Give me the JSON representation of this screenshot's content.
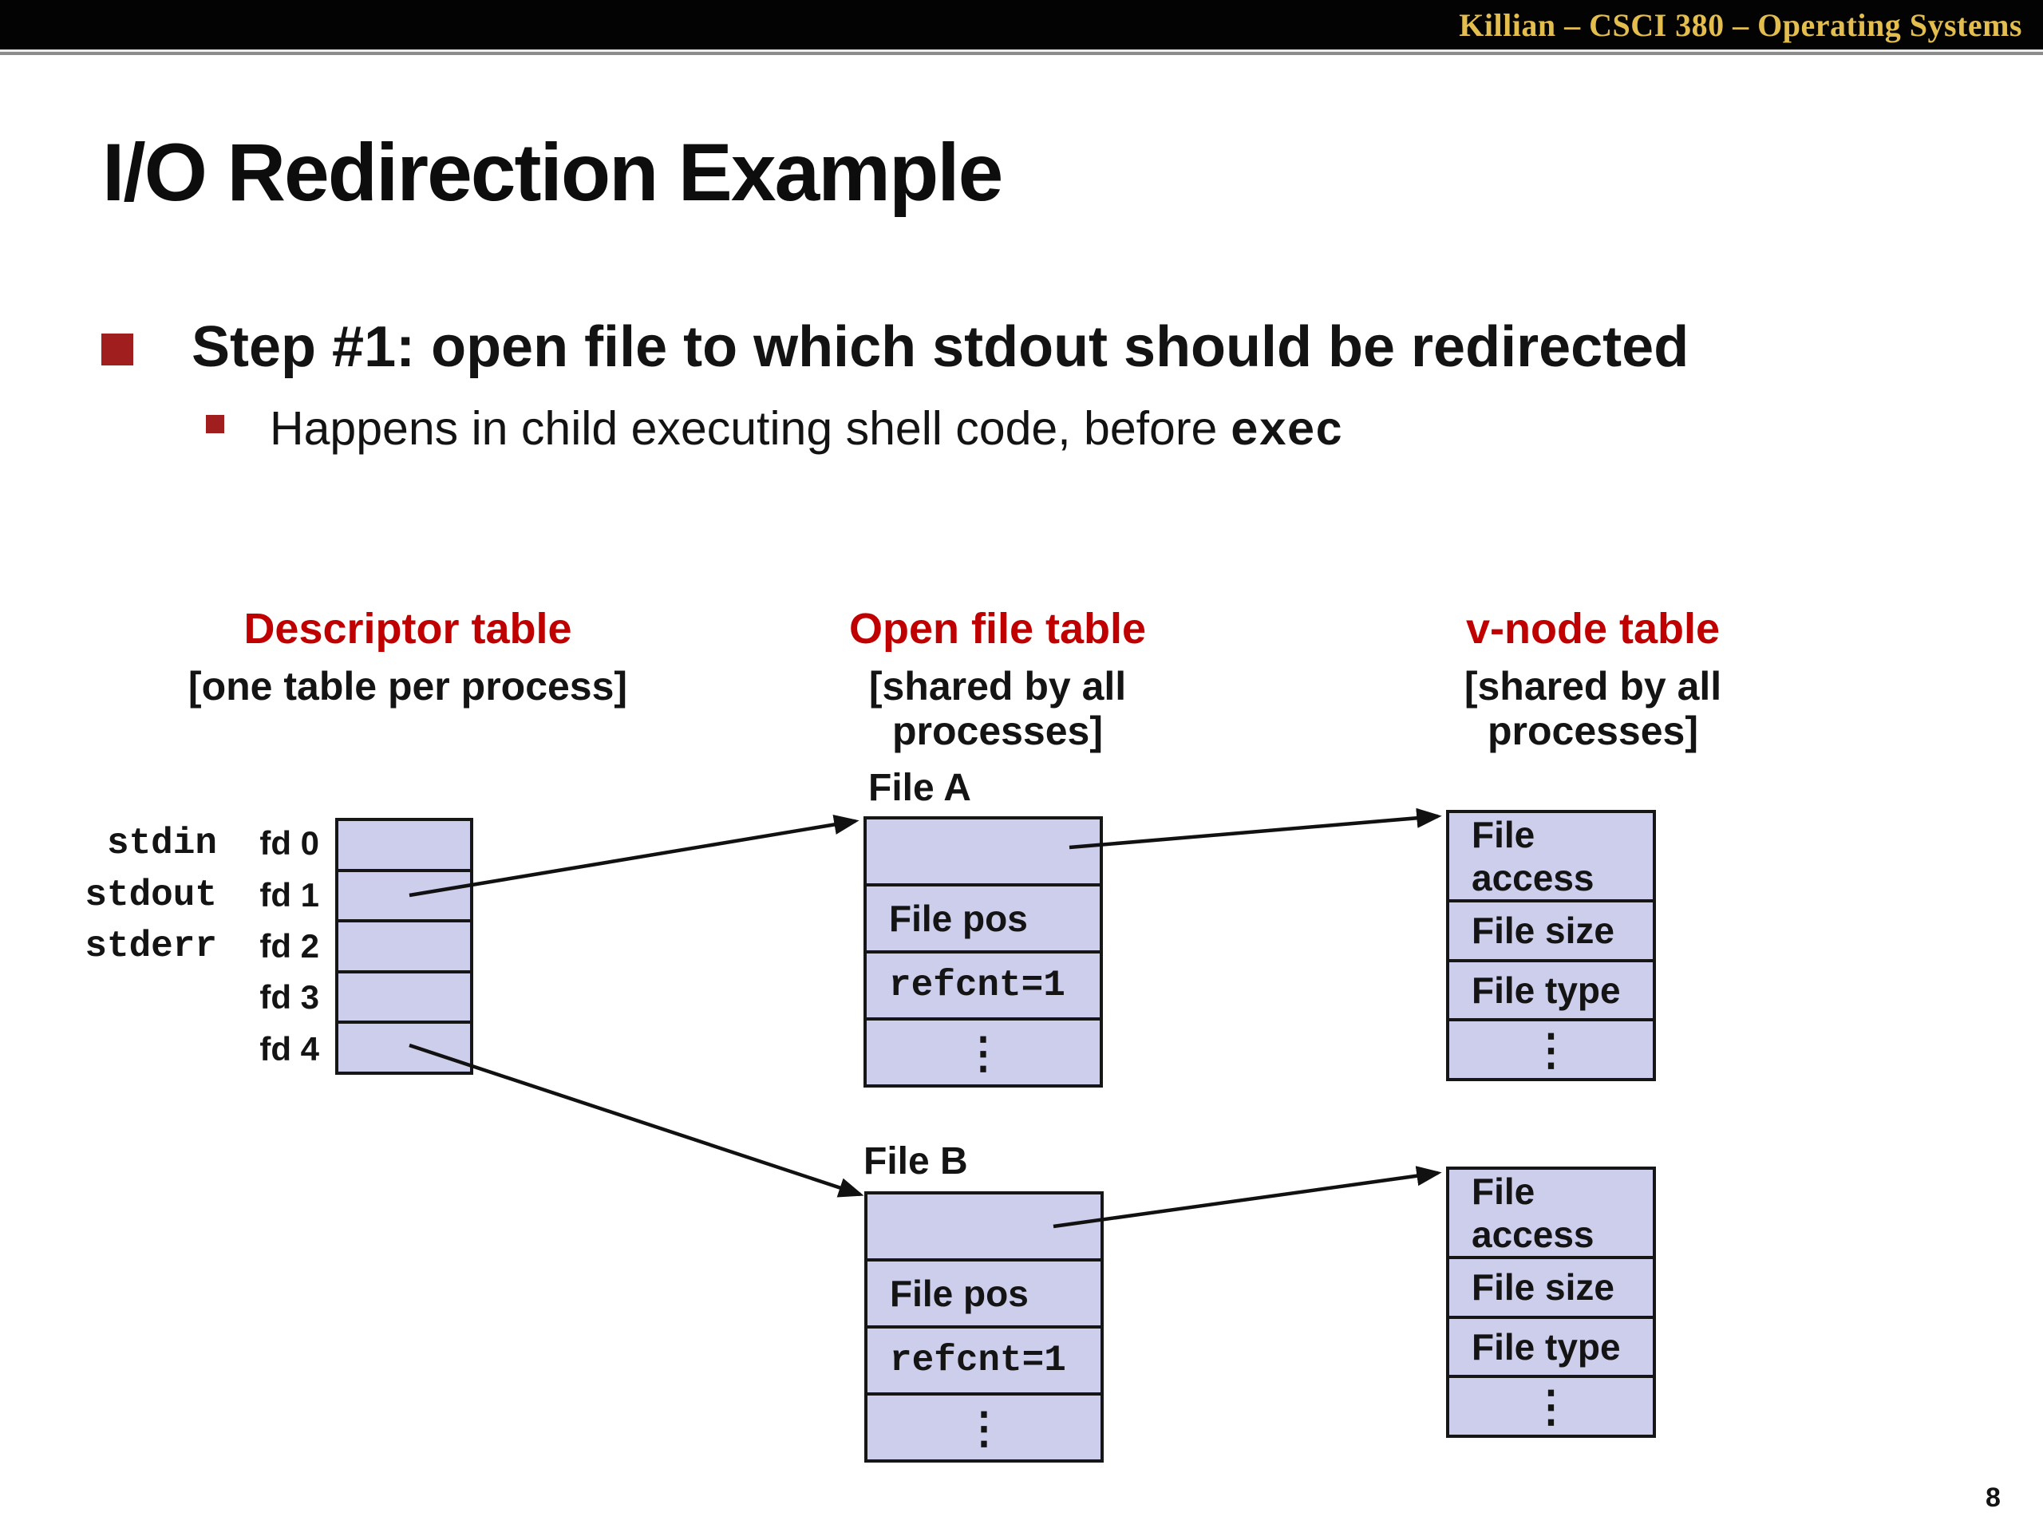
{
  "header": {
    "course_label": "Killian – CSCI 380 – Operating Systems"
  },
  "title": "I/O Redirection Example",
  "bullets": {
    "main": "Step #1: open file to which stdout should be redirected",
    "sub_text": "Happens in child executing shell code, before ",
    "sub_code": "exec"
  },
  "page_number": "8",
  "diagram": {
    "headings": [
      {
        "title": "Descriptor table",
        "subtitle": "[one table per process]"
      },
      {
        "title": "Open file table",
        "subtitle": "[shared by all processes]"
      },
      {
        "title": "v-node table",
        "subtitle": "[shared by all processes]"
      }
    ],
    "descriptor_table": {
      "streams": [
        "stdin",
        "stdout",
        "stderr"
      ],
      "fds": [
        "fd 0",
        "fd 1",
        "fd 2",
        "fd 3",
        "fd 4"
      ]
    },
    "file_a": {
      "label": "File A",
      "rows": [
        "",
        "File pos",
        "refcnt=1",
        "⋮"
      ]
    },
    "file_b": {
      "label": "File B",
      "rows": [
        "",
        "File pos",
        "refcnt=1",
        "⋮"
      ]
    },
    "vnode_a": {
      "rows": [
        "File access",
        "File size",
        "File type",
        "⋮"
      ]
    },
    "vnode_b": {
      "rows": [
        "File access",
        "File size",
        "File type",
        "⋮"
      ]
    }
  },
  "colors": {
    "heading_red": "#c00000",
    "bullet_red": "#a11e1e",
    "cell_fill": "#cdcdec",
    "header_gold": "#e3be4e"
  }
}
